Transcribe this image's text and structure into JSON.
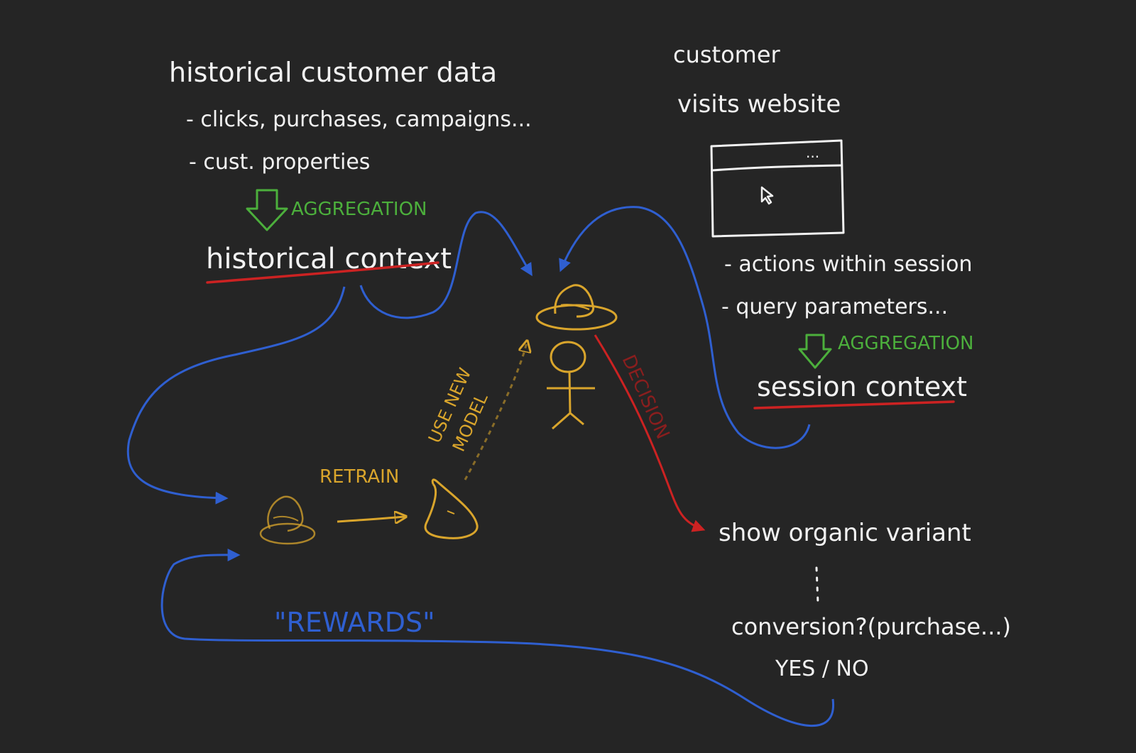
{
  "colors": {
    "background": "#252525",
    "ink": "#f2f2f2",
    "green": "#4caf3c",
    "yellow": "#d9a52c",
    "blue": "#2f5fd0",
    "red": "#cc2222",
    "dark_red": "#8a1e1e"
  },
  "historical": {
    "title": "historical customer data",
    "item1": "- clicks, purchases, campaigns...",
    "item2": "- cust. properties",
    "aggregation": "AGGREGATION",
    "context": "historical context"
  },
  "session": {
    "customer": "customer",
    "visits": "visits website",
    "browser_dots": "...",
    "item1": "- actions within session",
    "item2": "- query parameters...",
    "aggregation": "AGGREGATION",
    "context": "session context"
  },
  "model": {
    "retrain": "RETRAIN",
    "use_new_model_1": "USE NEW",
    "use_new_model_2": "MODEL",
    "decision": "DECISION"
  },
  "outcome": {
    "variant": "show organic variant",
    "conversion": "conversion?(purchase...)",
    "yes_no": "YES / NO",
    "rewards": "\"REWARDS\""
  },
  "icons": [
    "wizard-icon",
    "stick-figure-icon",
    "browser-window-icon",
    "cursor-icon",
    "old-wizard-hat-icon",
    "new-wizard-hat-icon",
    "down-arrow-icon"
  ]
}
